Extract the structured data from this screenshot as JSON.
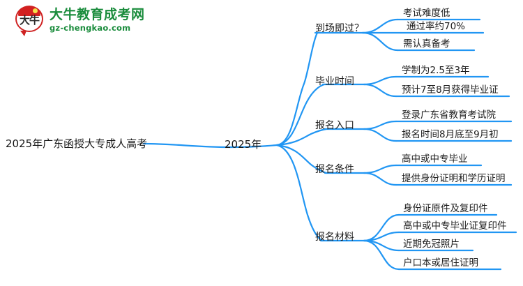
{
  "brand": {
    "logo_glyph": "大牛",
    "name": "大牛教育成考网",
    "url": "gz-chengkao.com",
    "brand_green": "#1a8c3c",
    "brand_red": "#cf2222"
  },
  "mindmap": {
    "accent_color": "#2196f3",
    "root": {
      "label": "2025年广东函授大专成人高考"
    },
    "center": {
      "label": "2025年"
    },
    "branches": [
      {
        "label": "到场即过？",
        "leaves": [
          {
            "label": "考试难度低"
          },
          {
            "label": "通过率约70%"
          },
          {
            "label": "需认真备考"
          }
        ]
      },
      {
        "label": "毕业时间",
        "leaves": [
          {
            "label": "学制为2.5至3年"
          },
          {
            "label": "预计7至8月获得毕业证"
          }
        ]
      },
      {
        "label": "报名入口",
        "leaves": [
          {
            "label": "登录广东省教育考试院"
          },
          {
            "label": "报名时间8月底至9月初"
          }
        ]
      },
      {
        "label": "报名条件",
        "leaves": [
          {
            "label": "高中或中专毕业"
          },
          {
            "label": "提供身份证明和学历证明"
          }
        ]
      },
      {
        "label": "报名材料",
        "leaves": [
          {
            "label": "身份证原件及复印件"
          },
          {
            "label": "高中或中专毕业证复印件"
          },
          {
            "label": "近期免冠照片"
          },
          {
            "label": "户口本或居住证明"
          }
        ]
      }
    ]
  }
}
